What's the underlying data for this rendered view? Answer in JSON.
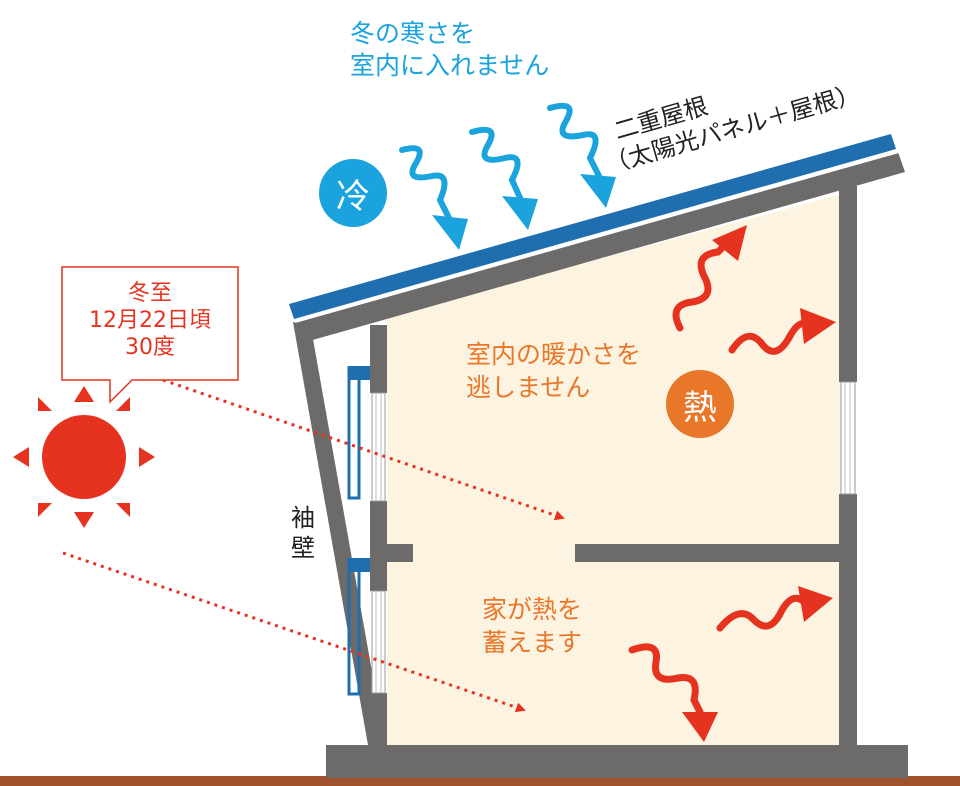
{
  "colors": {
    "cold": "#1aa3dc",
    "warm": "#e8772a",
    "heat_arrow": "#e63320",
    "sun": "#e63320",
    "wall": "#6d6a6a",
    "roof_panel": "#1f6fb0",
    "interior": "#fdf3e1",
    "ground": "#a0522d"
  },
  "labels": {
    "cold_message": [
      "冬の寒さを",
      "室内に入れません"
    ],
    "double_roof": [
      "二重屋根",
      "（太陽光パネル＋屋根）"
    ],
    "cold_badge": "冷",
    "heat_badge": "熱",
    "keep_warm": [
      "室内の暖かさを",
      "逃しません"
    ],
    "store_heat": [
      "家が熱を",
      "蓄えます"
    ],
    "wing_wall": [
      "袖",
      "壁"
    ],
    "solstice": [
      "冬至",
      "12月22日頃",
      "30度"
    ]
  },
  "icons": {
    "cold_arrows": "wavy-down-arrow-icon",
    "heat_arrows": "wavy-arrow-icon",
    "sun": "sun-icon"
  }
}
